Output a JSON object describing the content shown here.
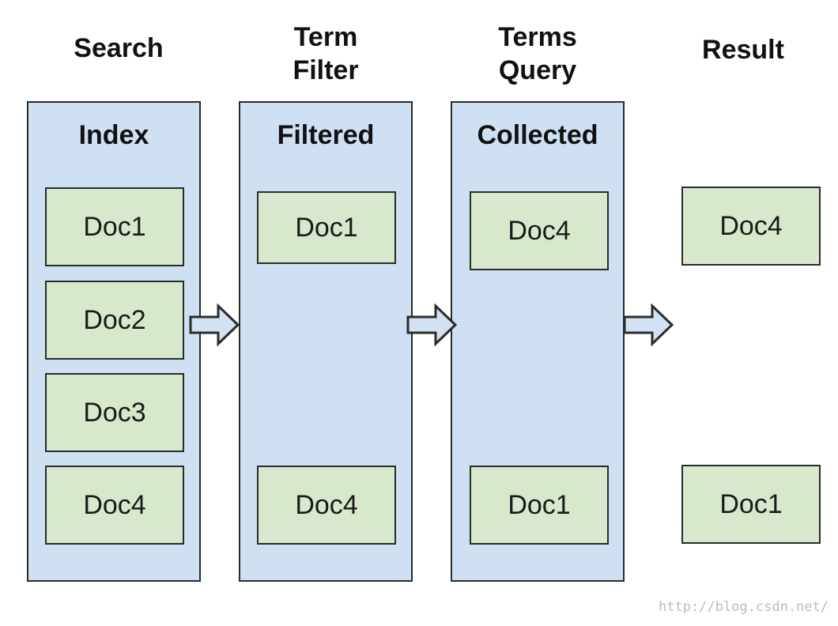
{
  "stages": [
    {
      "title_lines": [
        "Search"
      ]
    },
    {
      "title_lines": [
        "Term",
        "Filter"
      ]
    },
    {
      "title_lines": [
        "Terms",
        "Query"
      ]
    },
    {
      "title_lines": [
        "Result"
      ]
    }
  ],
  "panels": [
    {
      "title": "Index",
      "docs": [
        "Doc1",
        "Doc2",
        "Doc3",
        "Doc4"
      ]
    },
    {
      "title": "Filtered",
      "docs": [
        "Doc1",
        "Doc4"
      ]
    },
    {
      "title": "Collected",
      "docs": [
        "Doc4",
        "Doc1"
      ]
    }
  ],
  "result": {
    "docs": [
      "Doc4",
      "Doc1"
    ]
  },
  "watermark": "http://blog.csdn.net/",
  "colors": {
    "panel_fill": "#cfe0f3",
    "doc_fill": "#d7e8cc",
    "border": "#2b2b2b"
  }
}
